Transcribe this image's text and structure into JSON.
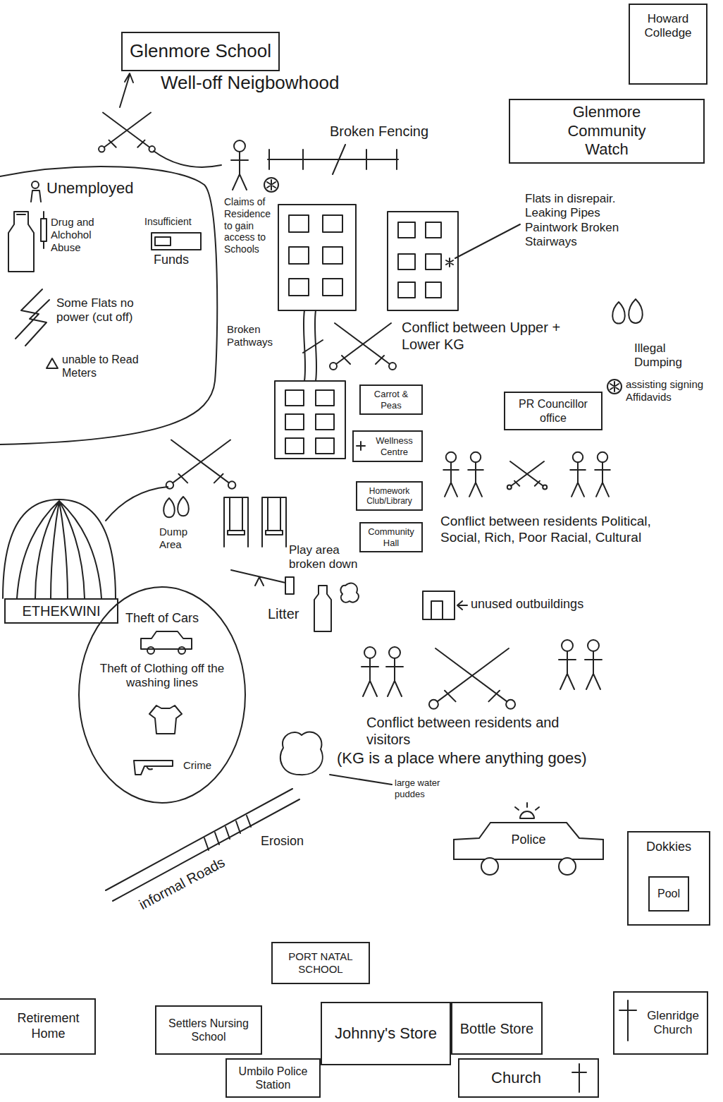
{
  "diagram": {
    "nodes": [
      {
        "text": [
          "Glenmore School"
        ]
      },
      {
        "text": [
          "Howard Colledge"
        ]
      },
      {
        "text": [
          "Glenmore Community Watch"
        ]
      },
      {
        "text": [
          "Carrot & Peas"
        ]
      },
      {
        "text": [
          "PR Councillor office"
        ]
      },
      {
        "text": [
          "Wellness Centre"
        ]
      },
      {
        "text": [
          "Homework Club/Library"
        ]
      },
      {
        "text": [
          "Community Hall"
        ]
      },
      {
        "text": [
          "ETHEKWINI"
        ]
      },
      {
        "text": [
          "Theft of Cars",
          "Theft of Clothing off the washing lines",
          "Crime"
        ]
      },
      {
        "text": [
          "Police"
        ]
      },
      {
        "text": [
          "Dokkies"
        ]
      },
      {
        "text": [
          "Pool"
        ],
        "in": 11
      },
      {
        "text": [
          "PORT NATAL SCHOOL"
        ]
      },
      {
        "text": [
          "Retirement Home"
        ]
      },
      {
        "text": [
          "Settlers Nursing School"
        ]
      },
      {
        "text": [
          "Johnny's Store"
        ]
      },
      {
        "text": [
          "Bottle Store"
        ]
      },
      {
        "text": [
          "Glenridge Church"
        ]
      },
      {
        "text": [
          "Umbilo Police Station"
        ]
      },
      {
        "text": [
          "Church"
        ]
      }
    ],
    "labels": [
      "Well-off Neigbowhood",
      "Broken Fencing",
      "Unemployed",
      "Flats in disrepair. Leaking Pipes Paintwork Broken Stairways",
      "Claims of Residence to gain access to Schools",
      "Insufficient",
      "Drug and Alchohol Abuse",
      "Funds",
      "Some Flats no power (cut off)",
      "Conflict between Upper + Lower KG",
      "Broken Pathways",
      "Illegal Dumping",
      "unable to Read Meters",
      "assisting signing Affidavids",
      "Dump Area",
      "Conflict between residents Political, Social, Rich, Poor Racial, Cultural",
      "Play area broken down",
      "unused outbuildings",
      "Litter",
      "Conflict between residents and visitors",
      "(KG is a place where anything goes)",
      "large water puddes",
      "informal Roads",
      "Erosion"
    ]
  }
}
